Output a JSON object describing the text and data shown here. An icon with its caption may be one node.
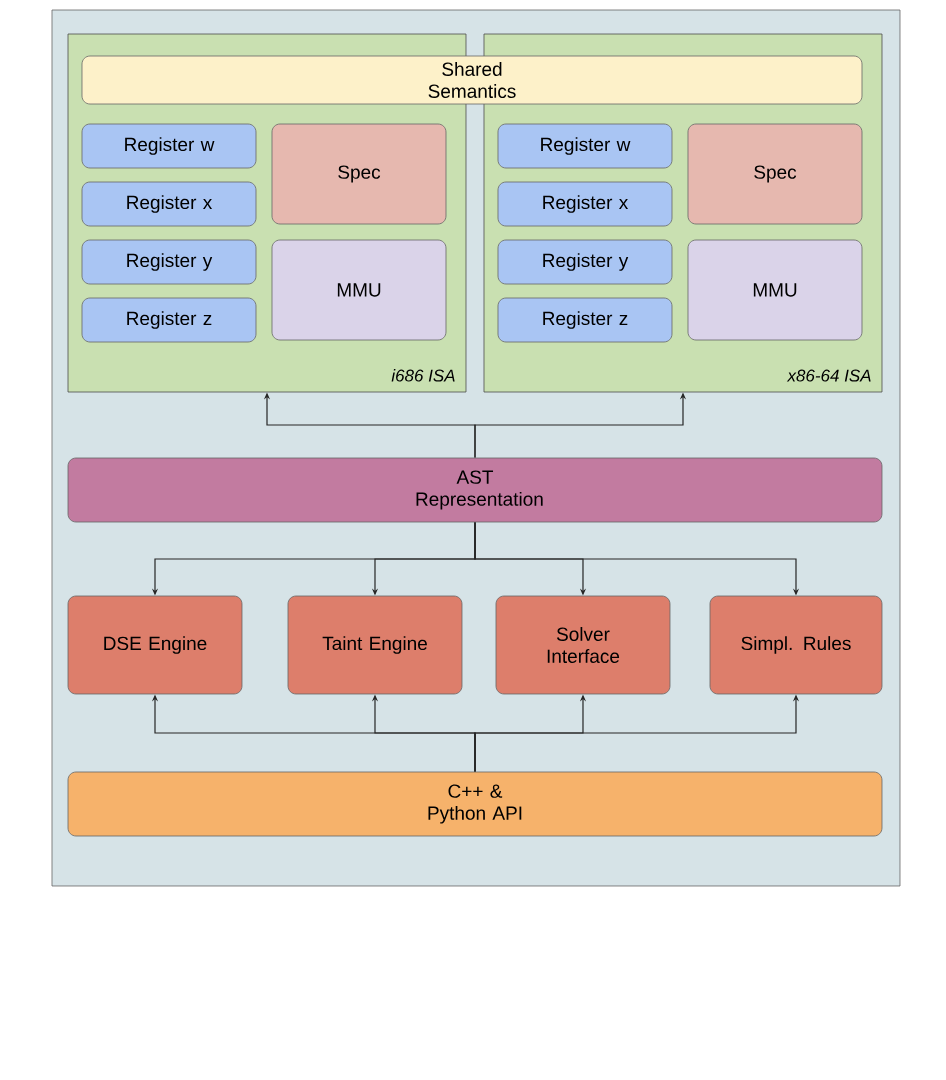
{
  "diagram": {
    "nodes": [
      {
        "text": [
          "Shared Semantics"
        ]
      },
      {
        "text": [
          "i686 ISA"
        ]
      },
      {
        "text": [
          "Register w"
        ],
        "in": 1
      },
      {
        "text": [
          "Register x"
        ],
        "in": 1
      },
      {
        "text": [
          "Register y"
        ],
        "in": 1
      },
      {
        "text": [
          "Register z"
        ],
        "in": 1
      },
      {
        "text": [
          "Spec"
        ],
        "in": 1
      },
      {
        "text": [
          "MMU"
        ],
        "in": 1
      },
      {
        "text": [
          "x86-64 ISA"
        ]
      },
      {
        "text": [
          "Register w"
        ],
        "in": 8
      },
      {
        "text": [
          "Register x"
        ],
        "in": 8
      },
      {
        "text": [
          "Register y"
        ],
        "in": 8
      },
      {
        "text": [
          "Register z"
        ],
        "in": 8
      },
      {
        "text": [
          "Spec"
        ],
        "in": 8
      },
      {
        "text": [
          "MMU"
        ],
        "in": 8
      },
      {
        "text": [
          "AST Representation"
        ]
      },
      {
        "text": [
          "DSE Engine"
        ]
      },
      {
        "text": [
          "Taint Engine"
        ]
      },
      {
        "text": [
          "Solver Interface"
        ]
      },
      {
        "text": [
          "Simpl. Rules"
        ]
      },
      {
        "text": [
          "C++ & Python API"
        ]
      }
    ],
    "edges": [
      {
        "from": 15,
        "to": 1,
        "arrow": "to"
      },
      {
        "from": 15,
        "to": 8,
        "arrow": "to"
      },
      {
        "from": 15,
        "to": 16,
        "arrow": "to"
      },
      {
        "from": 15,
        "to": 17,
        "arrow": "to"
      },
      {
        "from": 15,
        "to": 18,
        "arrow": "to"
      },
      {
        "from": 15,
        "to": 19,
        "arrow": "to"
      },
      {
        "from": 20,
        "to": 16,
        "arrow": "to"
      },
      {
        "from": 20,
        "to": 17,
        "arrow": "to"
      },
      {
        "from": 20,
        "to": 18,
        "arrow": "to"
      },
      {
        "from": 20,
        "to": 19,
        "arrow": "to"
      }
    ]
  }
}
